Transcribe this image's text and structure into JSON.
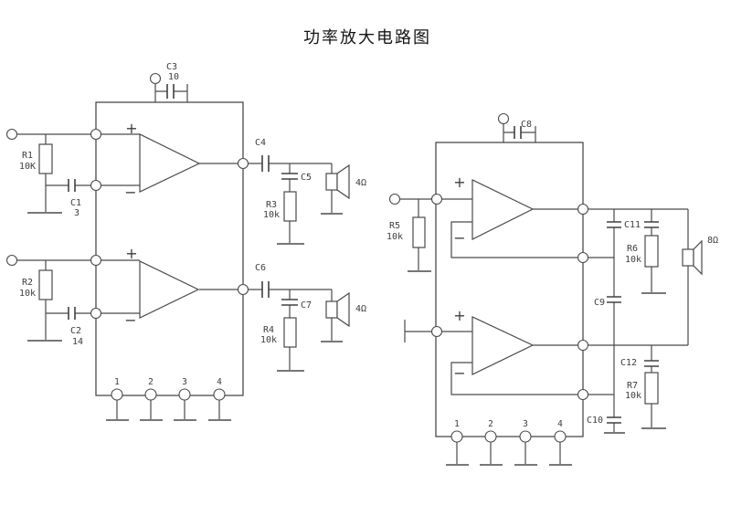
{
  "title": "功率放大电路图",
  "symbols": {
    "plus": "+",
    "minus": "−"
  },
  "left": {
    "pins": [
      "1",
      "2",
      "3",
      "4"
    ],
    "r1": {
      "ref": "R1",
      "value": "10K"
    },
    "r2": {
      "ref": "R2",
      "value": "10k"
    },
    "r3": {
      "ref": "R3",
      "value": "10k"
    },
    "r4": {
      "ref": "R4",
      "value": "10k"
    },
    "c1": {
      "ref": "C1",
      "value": "3"
    },
    "c2": {
      "ref": "C2",
      "value": "14"
    },
    "c3": {
      "ref": "C3",
      "value": "10"
    },
    "c4": "C4",
    "c5": "C5",
    "c6": "C6",
    "c7": "C7",
    "spk1": "4Ω",
    "spk2": "4Ω"
  },
  "right": {
    "pins": [
      "1",
      "2",
      "3",
      "4"
    ],
    "r5": {
      "ref": "R5",
      "value": "10k"
    },
    "r6": {
      "ref": "R6",
      "value": "10k"
    },
    "r7": {
      "ref": "R7",
      "value": "10k"
    },
    "c8": "C8",
    "c9": "C9",
    "c10": "C10",
    "c11": "C11",
    "c12": "C12",
    "spk": "8Ω"
  }
}
